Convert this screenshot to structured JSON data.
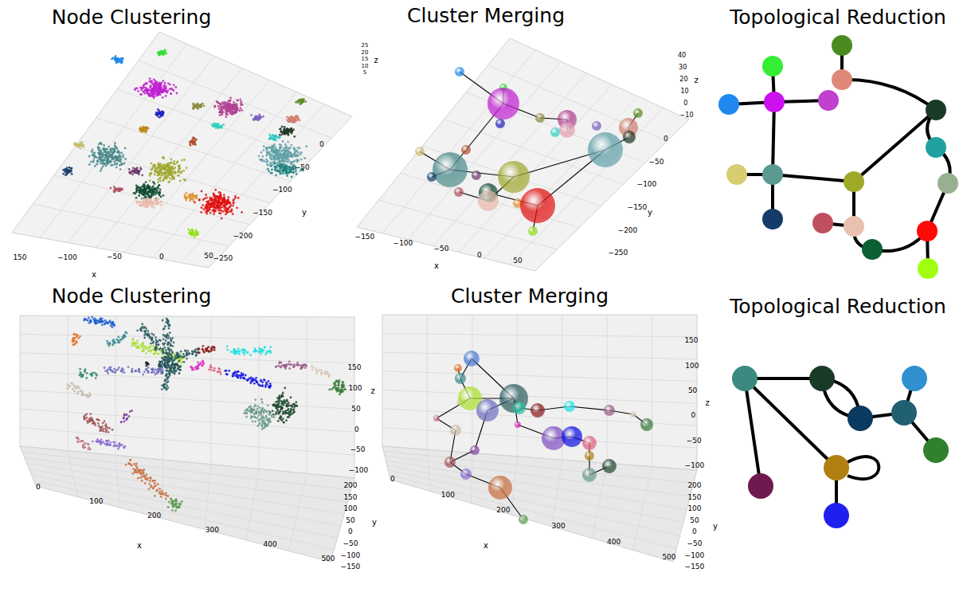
{
  "diagram": {
    "labels": [
      "Node Clustering",
      "Cluster Merging",
      "Topological Reduction",
      "Node Clustering",
      "Cluster Merging",
      "Topological Reduction",
      "150",
      "−100",
      "−50",
      "0",
      "50",
      "x",
      "0",
      "−50",
      "−100",
      "−150",
      "−200",
      "−250",
      "y",
      "25",
      "20",
      "15",
      "10",
      "5",
      "z",
      "−150",
      "−100",
      "−50",
      "0",
      "50",
      "x",
      "0",
      "−50",
      "−100",
      "−150",
      "−200",
      "−250",
      "y",
      "40",
      "30",
      "20",
      "10",
      "0",
      "−10",
      "z",
      "0",
      "100",
      "200",
      "300",
      "400",
      "500",
      "x",
      "200",
      "150",
      "100",
      "50",
      "0",
      "−50",
      "−100",
      "−150",
      "y",
      "150",
      "100",
      "50",
      "0",
      "−50",
      "−100",
      "z",
      "0",
      "100",
      "200",
      "300",
      "400",
      "500",
      "x",
      "200",
      "150",
      "100",
      "50",
      "0",
      "−50",
      "−100",
      "−150",
      "y",
      "150",
      "100",
      "50",
      "0",
      "−50",
      "−100",
      "z"
    ]
  }
}
